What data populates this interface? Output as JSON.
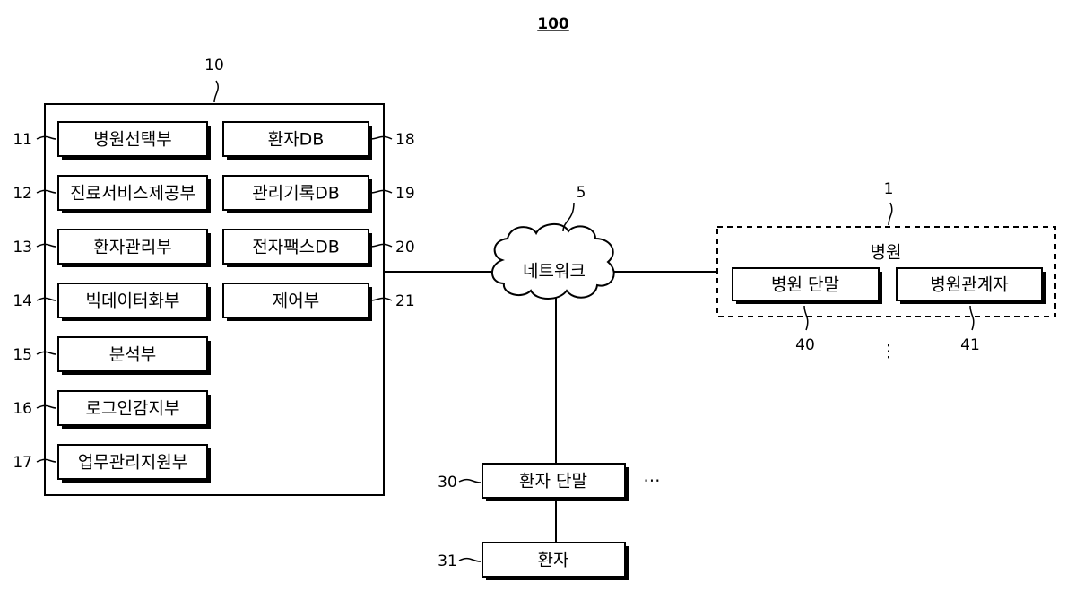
{
  "figure_number": "100",
  "server": {
    "ref": "10",
    "left_modules": [
      {
        "label": "병원선택부",
        "ref": "11"
      },
      {
        "label": "진료서비스제공부",
        "ref": "12"
      },
      {
        "label": "환자관리부",
        "ref": "13"
      },
      {
        "label": "빅데이터화부",
        "ref": "14"
      },
      {
        "label": "분석부",
        "ref": "15"
      },
      {
        "label": "로그인감지부",
        "ref": "16"
      },
      {
        "label": "업무관리지원부",
        "ref": "17"
      }
    ],
    "right_modules": [
      {
        "label": "환자DB",
        "ref": "18"
      },
      {
        "label": "관리기록DB",
        "ref": "19"
      },
      {
        "label": "전자팩스DB",
        "ref": "20"
      },
      {
        "label": "제어부",
        "ref": "21"
      }
    ]
  },
  "network": {
    "label": "네트워크",
    "ref": "5"
  },
  "hospital": {
    "label": "병원",
    "ref": "1",
    "terminal": {
      "label": "병원 단말",
      "ref": "40"
    },
    "staff": {
      "label": "병원관계자",
      "ref": "41"
    },
    "ellipsis": "⋮"
  },
  "patient_terminal": {
    "label": "환자 단말",
    "ref": "30",
    "ellipsis": "⋯"
  },
  "patient": {
    "label": "환자",
    "ref": "31"
  }
}
